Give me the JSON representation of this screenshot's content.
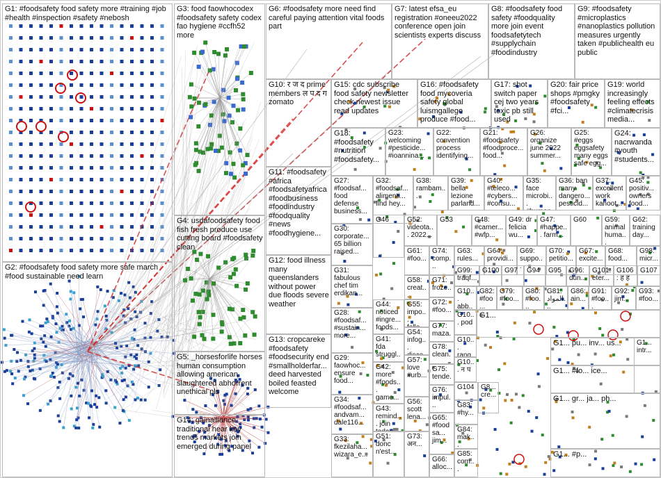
{
  "groups": [
    {
      "id": "G1",
      "text": "G1: #foodsafety food safety more #training #job #health #inspection #safety #nebosh"
    },
    {
      "id": "G2",
      "text": "G2: #foodsafety food safety more safe march #food sustainable need learn"
    },
    {
      "id": "G3",
      "text": "G3: food faowhocodex #foodsafety safety codex fao hygiene #ccfh52 more"
    },
    {
      "id": "G4",
      "text": "G4: usdafoodsafety food fish fresh produce use cutting board #foodsafety clean"
    },
    {
      "id": "G5",
      "text": "G5: _horsesforlife horses human consumption allowing american slaughtered abhorrent unethical pls"
    },
    {
      "id": "G6",
      "text": "G6: #foodsafety more need find careful paying attention vital foods part"
    },
    {
      "id": "G7",
      "text": "G7: latest efsa_eu registration #oneeu2022 conference open join scientists experts discuss"
    },
    {
      "id": "G8",
      "text": "G8: #foodsafety food safety #foodquality more join event foodsafetytech #supplychain #foodindustry"
    },
    {
      "id": "G9",
      "text": "G9: #foodsafety #microplastics #nanoplastics pollution measures urgently taken #publichealth eu public"
    },
    {
      "id": "G10",
      "text": "G10: र ज द prime members ल प द ग zomato"
    },
    {
      "id": "G11",
      "text": "G11: #foodsafety #africa #foodsafetyafrica #foodbusiness #foodindustry #foodquality #news #foodhygiene..."
    },
    {
      "id": "G12",
      "text": "G12: food illness many queenslanders without power due floods severe weather"
    },
    {
      "id": "G13",
      "text": "G13: cropcareke #foodsafety #foodsecurity end #smallholderfar... deed harvested boiled feasted welcome"
    },
    {
      "id": "G14",
      "text": "G14: gainalliance traditional hear key trends markets join emerged during panel"
    },
    {
      "id": "G15",
      "text": "G15: cdc subscribe food safety newsletter check newest issue read updates"
    },
    {
      "id": "G16",
      "text": "G16: #foodsafety food mycoveria safety global luismgallego produce #food..."
    },
    {
      "id": "G17",
      "text": "G17: shot switch paper cej two years toxic pb still used"
    },
    {
      "id": "G18",
      "text": "G18: #foodsafety #nutrition #foodsafety..."
    },
    {
      "id": "G19",
      "text": "G19: world increasingly feeling effects #climatecrisis media..."
    },
    {
      "id": "G20",
      "text": "G20: fair price shops #pmgky #foodsafety #fci..."
    },
    {
      "id": "G21",
      "text": "G21: #foodsafety #foodproce... food..."
    },
    {
      "id": "G22",
      "text": "G22: convention process identifying..."
    },
    {
      "id": "G23",
      "text": "G23: welcoming #pesticide... #ioannina..."
    },
    {
      "id": "G24",
      "text": "G24: nacrwanda #youth #students..."
    },
    {
      "id": "G25",
      "text": "G25: #eggs eggsafety many eggs safe egg..."
    },
    {
      "id": "G26",
      "text": "G26: organize june 2022 summer..."
    },
    {
      "id": "G27",
      "text": "G27: #foodsaf... food defense business..."
    },
    {
      "id": "G28",
      "text": "G28: #foodsaf... #sustain... more..."
    },
    {
      "id": "G29",
      "text": "G29: faowhoc... ensure food..."
    },
    {
      "id": "G30",
      "text": "G30: corporate... 65 billion raised..."
    },
    {
      "id": "G31",
      "text": "G31: fabulous chef tim erdikan..."
    },
    {
      "id": "G32",
      "text": "G32: #foodsaf... alimenti... find hey..."
    },
    {
      "id": "G33",
      "text": "G33: fkezilaha... wizara_e..."
    },
    {
      "id": "G34",
      "text": "G34: #foodsaf... andvam... dale116..."
    },
    {
      "id": "G35",
      "text": "G35: face microbi... #human..."
    },
    {
      "id": "G36",
      "text": "G36: ban many dangero... pesticid..."
    },
    {
      "id": "G37",
      "text": "G37: excellent work kahoot..."
    },
    {
      "id": "G38",
      "text": "G38: rambam..."
    },
    {
      "id": "G39",
      "text": "G39: bella lezione parland..."
    },
    {
      "id": "G40",
      "text": "G40: #teleco... #cybers... #consu..."
    },
    {
      "id": "G41",
      "text": "G41: fda struggl..."
    },
    {
      "id": "G42",
      "text": "G42: more #foods... game..."
    },
    {
      "id": "G43",
      "text": "G43: remind... join today..."
    },
    {
      "id": "G44",
      "text": "G44: noticed #ingre... foods..."
    },
    {
      "id": "G45",
      "text": "G45: positiv... owners food..."
    },
    {
      "id": "G46",
      "text": "G46"
    },
    {
      "id": "G47",
      "text": "G47: #happe... farm..."
    },
    {
      "id": "G48",
      "text": "G48: #camer... #wfp..."
    },
    {
      "id": "G49",
      "text": "G49: dr felicia wu..."
    },
    {
      "id": "G50",
      "text": "G50"
    },
    {
      "id": "G51",
      "text": "G51: donc n'est..."
    },
    {
      "id": "G52",
      "text": "G52: videota... 2022..."
    },
    {
      "id": "G53",
      "text": "G53"
    },
    {
      "id": "G54",
      "text": "G54: infog... disco..."
    },
    {
      "id": "G55",
      "text": "G55: impo... follo..."
    },
    {
      "id": "G56",
      "text": "G56: scott lena..."
    },
    {
      "id": "G57",
      "text": "G57: love #urb..."
    },
    {
      "id": "G58",
      "text": "G58: creat... engi..."
    },
    {
      "id": "G59",
      "text": "G59: animal huma..."
    },
    {
      "id": "G60",
      "text": "G60"
    },
    {
      "id": "G61",
      "text": "G61: #foo..."
    },
    {
      "id": "G62",
      "text": "G62: training day..."
    },
    {
      "id": "G63",
      "text": "G63: rules..."
    },
    {
      "id": "G64",
      "text": "G64: providi..."
    },
    {
      "id": "G65",
      "text": "G65: #foodsa... jim..."
    },
    {
      "id": "G66",
      "text": "G66: alloc..."
    },
    {
      "id": "G67",
      "text": "G67: excite..."
    },
    {
      "id": "G68",
      "text": "G68: food..."
    },
    {
      "id": "G69",
      "text": "G69: suppo..."
    },
    {
      "id": "G70",
      "text": "G70: petitio..."
    },
    {
      "id": "G71",
      "text": "G71: froze..."
    },
    {
      "id": "G72",
      "text": "G72: #foo..."
    },
    {
      "id": "G73",
      "text": "G73: अन..."
    },
    {
      "id": "G74",
      "text": "G74: comp..."
    },
    {
      "id": "G75",
      "text": "G75: tende..."
    },
    {
      "id": "G76",
      "text": "G76: impul..."
    },
    {
      "id": "G77",
      "text": "G77: maza..."
    },
    {
      "id": "G78",
      "text": "G78: clean..."
    },
    {
      "id": "G79",
      "text": "G79: #foo..."
    },
    {
      "id": "G80",
      "text": "G80: #foo..."
    },
    {
      "id": "G81",
      "text": "G81: المواد..."
    },
    {
      "id": "G82",
      "text": "G82: #foo..."
    },
    {
      "id": "G83",
      "text": "G83: #hy..."
    },
    {
      "id": "G84",
      "text": "G84: mak..."
    },
    {
      "id": "G85",
      "text": "G85: com..."
    },
    {
      "id": "G86",
      "text": "G86: ain..."
    },
    {
      "id": "G91",
      "text": "G91: #foo..."
    },
    {
      "id": "G92",
      "text": "G92: jim..."
    },
    {
      "id": "G93",
      "text": "G93: #foo..."
    },
    {
      "id": "G94",
      "text": "G94"
    },
    {
      "id": "G95",
      "text": "G95"
    },
    {
      "id": "G96",
      "text": "G96: dun..."
    },
    {
      "id": "G97",
      "text": "G97"
    },
    {
      "id": "G98",
      "text": "G98: micr..."
    },
    {
      "id": "G99",
      "text": "G99: traqf..."
    },
    {
      "id": "G100",
      "text": "G100"
    },
    {
      "id": "G101",
      "text": "G101: eter..."
    },
    {
      "id": "G104",
      "text": "G104"
    },
    {
      "id": "G106",
      "text": "G106: ह ह"
    },
    {
      "id": "G107",
      "text": "G107"
    },
    {
      "id": "G10x1",
      "text": "G10... abb..."
    },
    {
      "id": "G10x2",
      "text": "G10... pod"
    },
    {
      "id": "G10x3",
      "text": "G10... rang..."
    },
    {
      "id": "G10x4",
      "text": "G10... न प"
    },
    {
      "id": "G8x",
      "text": "G8... cre..."
    },
    {
      "id": "G1x1",
      "text": "G1..."
    },
    {
      "id": "G1x2",
      "text": "G1... pu... inv... us..."
    },
    {
      "id": "G1x3",
      "text": "G1... #fo... ice..."
    },
    {
      "id": "G1x4",
      "text": "G1... gr... ja... ph..."
    },
    {
      "id": "G1x5",
      "text": "G1... intr..."
    },
    {
      "id": "G1x6",
      "text": "G1... #p..."
    }
  ],
  "colors": {
    "group_border": "#b8b8b8",
    "edge_gray": "#9a9a9a",
    "edge_red": "#d42020",
    "node_blue": "#1a3f9a",
    "node_green": "#2e8b2e",
    "node_red": "#cc1010"
  }
}
